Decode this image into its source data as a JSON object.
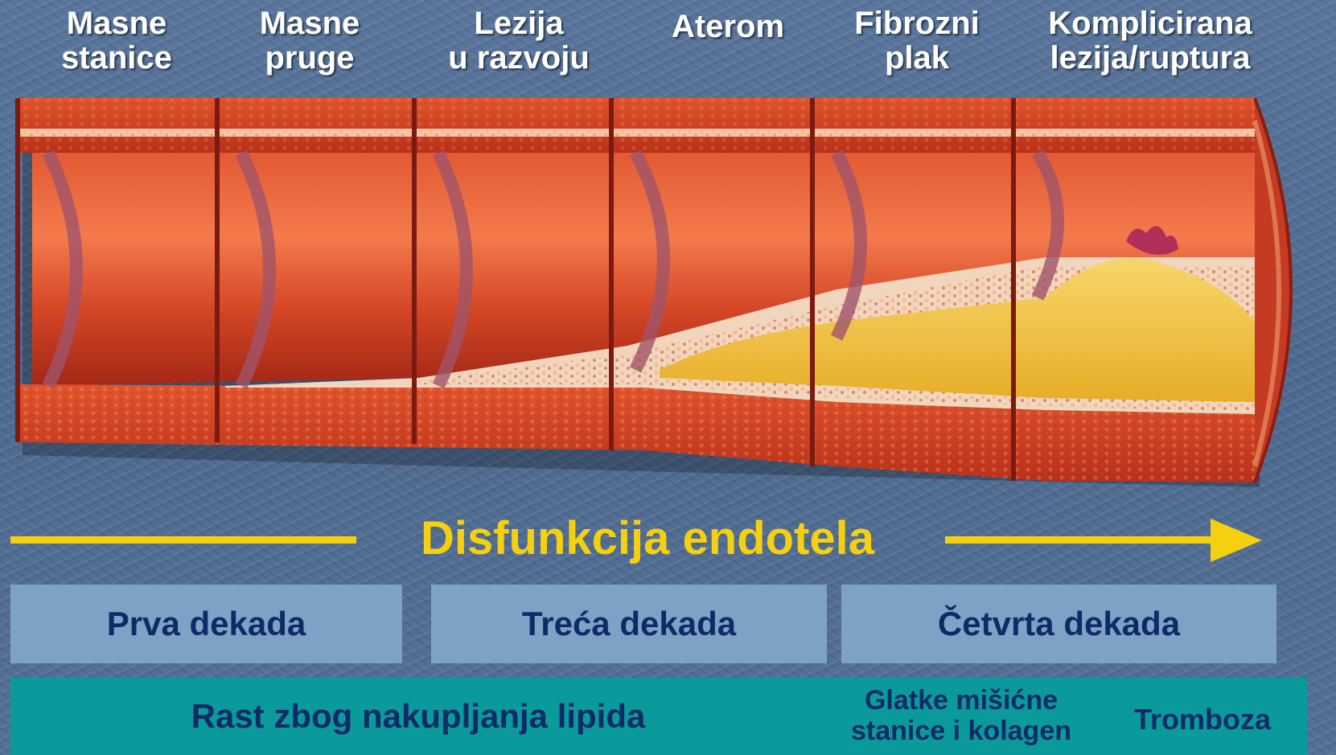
{
  "stages": [
    {
      "label": "Masne\nstanice"
    },
    {
      "label": "Masne\npruge"
    },
    {
      "label": "Lezija\nu razvoju"
    },
    {
      "label": "Aterom"
    },
    {
      "label": "Fibrozni\nplak"
    },
    {
      "label": "Komplicirana\nlezija/ruptura"
    }
  ],
  "arrow": {
    "title": "Disfunkcija endotela"
  },
  "decades": [
    {
      "label": "Prva dekada"
    },
    {
      "label": "Treća dekada"
    },
    {
      "label": "Četvrta dekada"
    }
  ],
  "growth": {
    "lipids": "Rast zbog nakupljanja lipida",
    "smooth_muscle": "Glatke mišićne\nstanice i kolagen",
    "thrombosis": "Tromboza"
  },
  "colors": {
    "background": "#4f6c93",
    "accent_yellow": "#f5d010",
    "text_dark_blue": "#0d2b66",
    "decade_box": "#7ea2c5",
    "teal_bar": "#0b9a9c",
    "artery_red": "#d4472a",
    "plaque_yellow": "#f2c640"
  }
}
